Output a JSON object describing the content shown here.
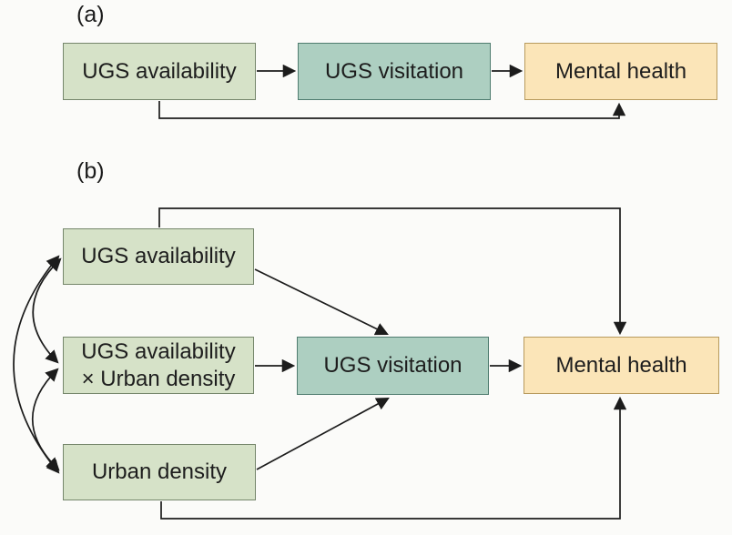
{
  "figure": {
    "type": "path-model-diagram",
    "description_visible": "Two panel conceptual path diagrams linking urban green space to mental health"
  },
  "colors": {
    "background": "#fbfbf9",
    "green_box_fill": "#d6e2c8",
    "green_box_border": "#75866b",
    "teal_box_fill": "#adcfc1",
    "teal_box_border": "#4f7c6f",
    "orange_box_fill": "#fbe5b8",
    "orange_box_border": "#b79a5d",
    "arrow": "#1c1c1c",
    "text": "#1d1d1d"
  },
  "panel_a": {
    "label": "(a)",
    "boxes": [
      {
        "label": "UGS availability",
        "style": "green"
      },
      {
        "label": "UGS visitation",
        "style": "teal"
      },
      {
        "label": "Mental health",
        "style": "orange"
      }
    ],
    "edges": [
      {
        "from": "UGS availability",
        "to": "UGS visitation",
        "kind": "direct-arrow"
      },
      {
        "from": "UGS visitation",
        "to": "Mental health",
        "kind": "direct-arrow"
      },
      {
        "from": "UGS availability",
        "to": "Mental health",
        "kind": "elbow-arrow-below"
      }
    ]
  },
  "panel_b": {
    "label": "(b)",
    "boxes": [
      {
        "label": "UGS availability",
        "style": "green"
      },
      {
        "label_lines": [
          "UGS availability",
          "× Urban density"
        ],
        "style": "green"
      },
      {
        "label": "Urban density",
        "style": "green"
      },
      {
        "label": "UGS visitation",
        "style": "teal"
      },
      {
        "label": "Mental health",
        "style": "orange"
      }
    ],
    "edges": [
      {
        "from": "UGS availability",
        "to": "Mental health",
        "kind": "elbow-arrow-above"
      },
      {
        "from": "UGS availability",
        "to": "UGS visitation",
        "kind": "diagonal-arrow"
      },
      {
        "from": "UGS availability × Urban density",
        "to": "UGS visitation",
        "kind": "direct-arrow"
      },
      {
        "from": "Urban density",
        "to": "UGS visitation",
        "kind": "diagonal-arrow"
      },
      {
        "from": "UGS visitation",
        "to": "Mental health",
        "kind": "direct-arrow"
      },
      {
        "from": "Urban density",
        "to": "Mental health",
        "kind": "elbow-arrow-below"
      },
      {
        "from": "UGS availability",
        "to": "UGS availability × Urban density",
        "kind": "covariance-double-arrow"
      },
      {
        "from": "UGS availability × Urban density",
        "to": "Urban density",
        "kind": "covariance-double-arrow"
      },
      {
        "from": "UGS availability",
        "to": "Urban density",
        "kind": "covariance-double-arrow"
      }
    ]
  }
}
